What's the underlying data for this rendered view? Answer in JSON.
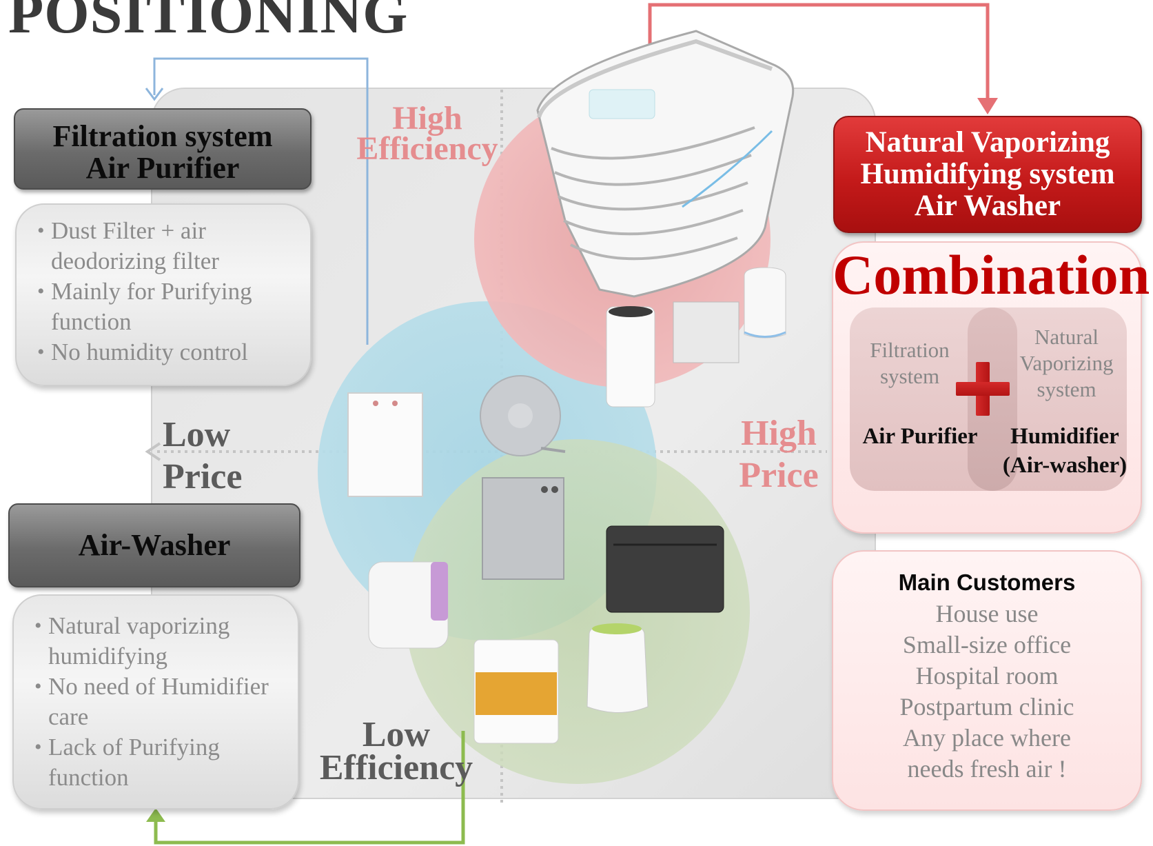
{
  "title": "POSITIONING",
  "filtration": {
    "header_line1": "Filtration system",
    "header_line2": "Air Purifier",
    "bullets": [
      "Dust Filter + air deodorizing filter",
      "Mainly for Purifying function",
      "No humidity control"
    ]
  },
  "air_washer": {
    "header": "Air-Washer",
    "bullets": [
      "Natural vaporizing humidifying",
      "No need of Humidifier care",
      "Lack of Purifying function"
    ]
  },
  "axes": {
    "top_line1": "High",
    "top_line2": "Efficiency",
    "bottom_line1": "Low",
    "bottom_line2": "Efficiency",
    "left_line1": "Low",
    "left_line2": "Price",
    "right_line1": "High",
    "right_line2": "Price"
  },
  "natural": {
    "header_line1": "Natural Vaporizing",
    "header_line2": "Humidifying system",
    "header_line3": "Air Washer"
  },
  "combination": {
    "title": "Combination",
    "left_line1": "Filtration",
    "left_line2": "system",
    "right_line1": "Natural",
    "right_line2": "Vaporizing",
    "right_line3": "system",
    "left_product": "Air Purifier",
    "right_product_line1": "Humidifier",
    "right_product_line2": "(Air-washer)",
    "plus_symbol": "+"
  },
  "customers": {
    "title": "Main Customers",
    "items": [
      "House use",
      "Small-size office",
      "Hospital room",
      "Postpartum clinic",
      "Any place where",
      "needs fresh air !"
    ]
  },
  "colors": {
    "accent_red": "#c00000",
    "pink_label": "#e58d8f",
    "blue_circle": "#a8d5e3",
    "green_circle": "#c4d7ad",
    "red_circle": "#eaa9aa",
    "blue_arrow": "#7aa9d6",
    "red_arrow": "#e16d72",
    "green_arrow": "#8dbb4f"
  }
}
